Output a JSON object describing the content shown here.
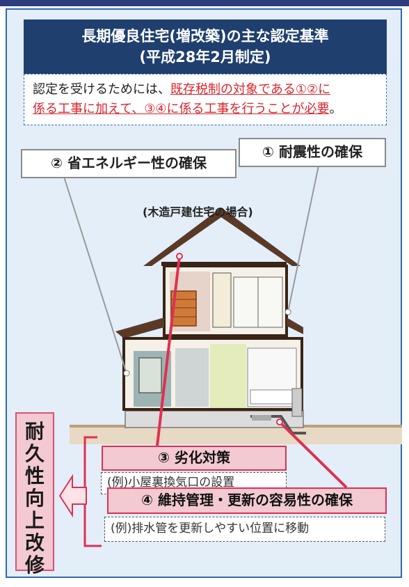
{
  "title": {
    "line1": "長期優良住宅(増改築)の主な認定基準",
    "line2": "(平成28年2月制定)"
  },
  "note": {
    "prefix": "認定を受けるためには、",
    "highlight1": "既存税制の対象である①②に",
    "highlight2": "係る工事に加えて、③④に係る工事を行うことが必要",
    "suffix": "。"
  },
  "labels": {
    "seismic": "① 耐震性の確保",
    "energy": "② 省エネルギー性の確保",
    "house_type": "(木造戸建住宅の場合)",
    "deterioration": "③ 劣化対策",
    "deterioration_example": "(例)小屋裏換気口の設置",
    "maintenance": "④ 維持管理・更新の容易性の確保",
    "maintenance_example": "(例)排水管を更新しやすい位置に移動"
  },
  "vertical_label": [
    "耐",
    "久",
    "性",
    "向",
    "上",
    "改",
    "修"
  ],
  "colors": {
    "title_bg": "#1f3f6f",
    "frame_border": "#2d6ab2",
    "panel_bg": "#e3eef9",
    "highlight_red": "#d9252c",
    "pink_fill": "#f3c9d2",
    "pink_border": "#e03050"
  }
}
